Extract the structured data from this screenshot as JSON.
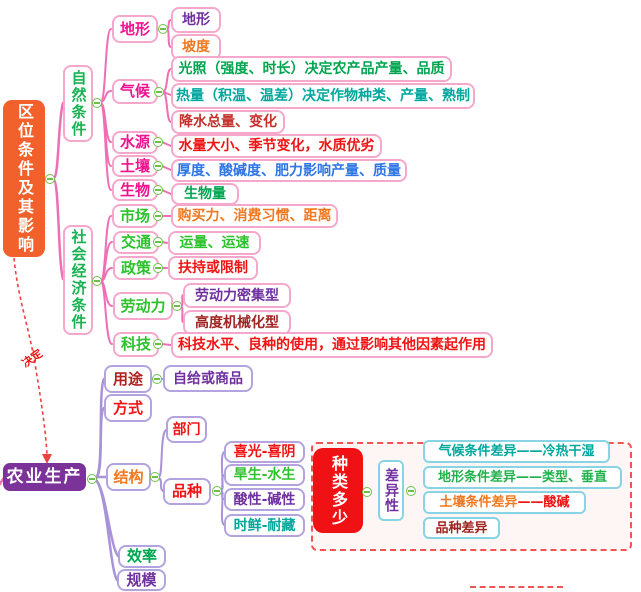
{
  "root": {
    "label": "区位条件及其影响"
  },
  "arrow": {
    "label": "决定"
  },
  "natural": {
    "label": "自然条件",
    "children": [
      {
        "label": "地形",
        "leaves": [
          "地形",
          "坡度"
        ]
      },
      {
        "label": "气候",
        "leaves": [
          "光照（强度、时长）决定农产品产量、品质",
          "热量（积温、温差）决定作物种类、产量、熟制",
          "降水总量、变化"
        ]
      },
      {
        "label": "水源",
        "leaves": [
          "水量大小、季节变化，水质优劣"
        ]
      },
      {
        "label": "土壤",
        "leaves": [
          "厚度、酸碱度、肥力影响产量、质量"
        ]
      },
      {
        "label": "生物",
        "leaves": [
          "生物量"
        ]
      }
    ]
  },
  "social": {
    "label": "社会经济条件",
    "children": [
      {
        "label": "市场",
        "leaves": [
          "购买力、消费习惯、距离"
        ]
      },
      {
        "label": "交通",
        "leaves": [
          "运量、运速"
        ]
      },
      {
        "label": "政策",
        "leaves": [
          "扶持或限制"
        ]
      },
      {
        "label": "劳动力",
        "leaves": [
          "劳动力密集型",
          "高度机械化型"
        ]
      },
      {
        "label": "科技",
        "leaves": [
          "科技水平、良种的使用，通过影响其他因素起作用"
        ]
      }
    ]
  },
  "agriculture": {
    "label": "农业生产",
    "children": {
      "use": {
        "label": "用途",
        "leaf": "自给或商品"
      },
      "mode": {
        "label": "方式"
      },
      "structure": {
        "label": "结构",
        "department": "部门",
        "variety": {
          "label": "品种",
          "leaves": [
            "喜光-喜阴",
            "旱生-水生",
            "酸性-碱性",
            "时鲜-耐藏"
          ]
        }
      },
      "efficiency": {
        "label": "效率"
      },
      "scale": {
        "label": "规模"
      }
    }
  },
  "summary": {
    "topic": "种类多少",
    "middle": "差异性",
    "leaves": [
      {
        "text": "气候条件差异——冷热干湿"
      },
      {
        "text": "地形条件差异——类型、垂直"
      },
      {
        "prefix": "土壤条件差异",
        "suffix": "——酸碱"
      },
      {
        "text": "品种差异"
      }
    ]
  },
  "icons": {
    "collapse": "minus-circle"
  },
  "colors": {
    "root_bg": "#f2612b",
    "agriculture_bg": "#7b3299",
    "summary_topic_bg": "#f01114",
    "branch_pink": "#ee6fb5",
    "branch_purple": "#a892d8",
    "branch_cyan": "#88d4e4",
    "collapse_green": "#6cc04a",
    "arrow_red": "#f04040"
  }
}
